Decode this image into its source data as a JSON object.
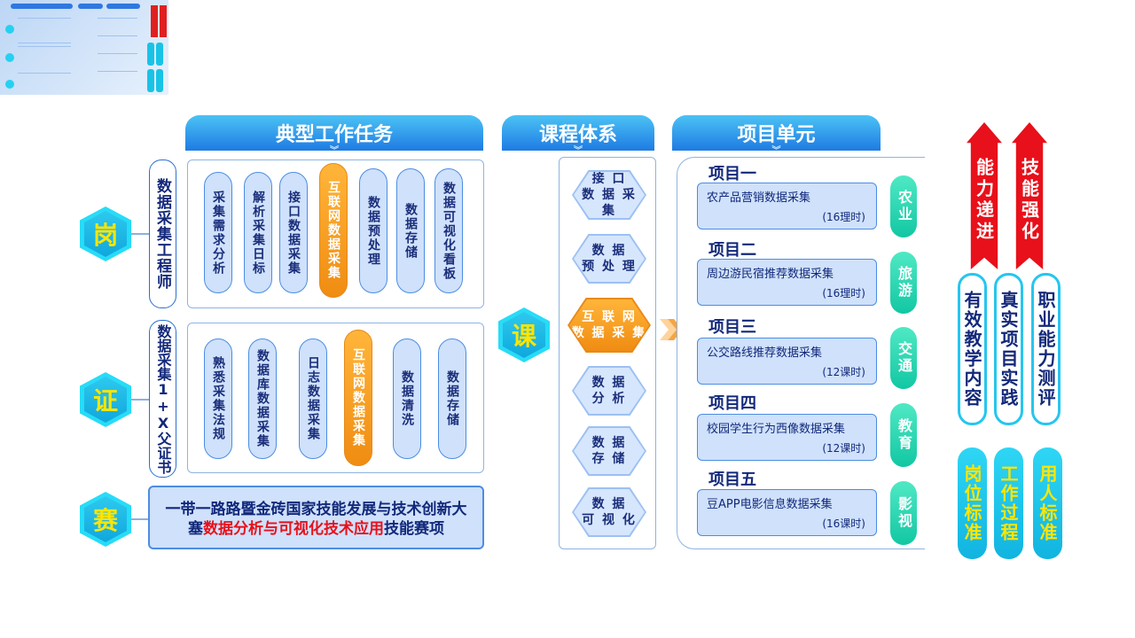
{
  "headers": {
    "tasks": "典型工作任务",
    "courses": "课程体系",
    "projects": "项目单元"
  },
  "badges": {
    "gang": "岗",
    "zheng": "证",
    "ke": "课",
    "sai": "赛"
  },
  "gang": {
    "label": "数据采集工程师",
    "tasks": [
      "采集需求分析",
      "解析采集日标",
      "接口数据采集",
      "互联网数据采集",
      "数据预处理",
      "数据存储",
      "数据可视化看板"
    ]
  },
  "zheng": {
    "label": "数据采集1+X父证书",
    "tasks": [
      "熟悉采集法规",
      "数据库数据采集",
      "日志数据采集",
      "互联网数据采集",
      "数据清洗",
      "数据存储"
    ]
  },
  "sai": {
    "line1": "一带一路路暨金砖国家技能发展与技术创新大",
    "line2_prefix": "塞",
    "line2_highlight": "数据分析与可视化技术应用",
    "line2_suffix": "技能赛项"
  },
  "courses": [
    "接 口\n数 据 采 集",
    "数 据\n预 处 理",
    "互 联 网\n数 据 采 集",
    "数 据\n分 析",
    "数 据\n存 储",
    "数 据\n可 视 化"
  ],
  "projects": [
    {
      "title": "项目一",
      "name": "农产品营销数据采集",
      "hours": "(16理时)",
      "field": "农业"
    },
    {
      "title": "项目二",
      "name": "周边游民宿推荐数据采集",
      "hours": "(16理时)",
      "field": "旅游"
    },
    {
      "title": "项目三",
      "name": "公交路线推荐数据采集",
      "hours": "(12课时)",
      "field": "交通"
    },
    {
      "title": "项目四",
      "name": "校园学生行为西像数据采集",
      "hours": "(12课时)",
      "field": "教育"
    },
    {
      "title": "项目五",
      "name": "豆APP电影信息数据采集",
      "hours": "(16课时)",
      "field": "影视"
    }
  ],
  "right": {
    "arrows": [
      "能力递进",
      "技能强化"
    ],
    "capsules": [
      "有效教学内容",
      "真实项目实践",
      "职业能力测评"
    ],
    "standards": [
      "岗位标准",
      "工作过程",
      "用人标准"
    ]
  },
  "colors": {
    "accent": "#1e7be3",
    "highlight": "#f08c12",
    "teal": "#12c7a3",
    "red": "#e8101a",
    "cyan": "#26c6ee"
  }
}
